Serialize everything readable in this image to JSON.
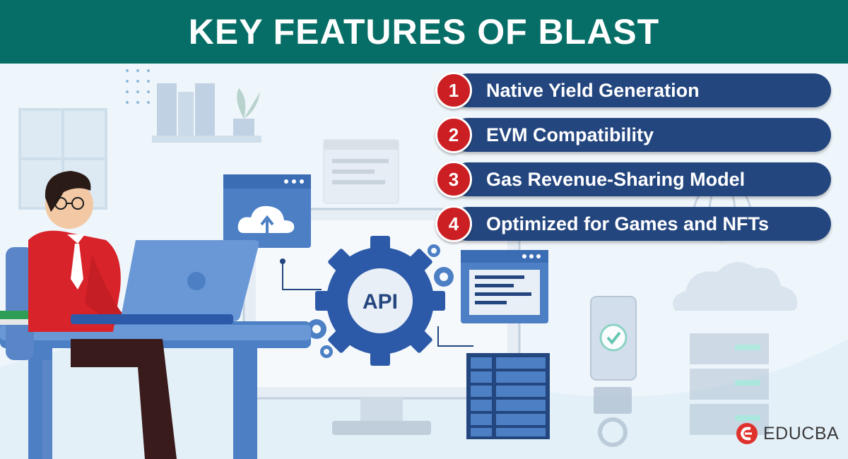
{
  "header": {
    "title": "KEY FEATURES OF BLAST"
  },
  "features": [
    {
      "number": "1",
      "label": "Native Yield Generation"
    },
    {
      "number": "2",
      "label": "EVM Compatibility"
    },
    {
      "number": "3",
      "label": "Gas Revenue-Sharing Model"
    },
    {
      "number": "4",
      "label": "Optimized for Games and NFTs"
    }
  ],
  "illustration": {
    "api_label": "API"
  },
  "brand": {
    "name": "EDUCBA"
  },
  "colors": {
    "header": "#066e66",
    "bar": "#24467f",
    "badge": "#cc1f23",
    "accent": "#2d5aa8"
  }
}
